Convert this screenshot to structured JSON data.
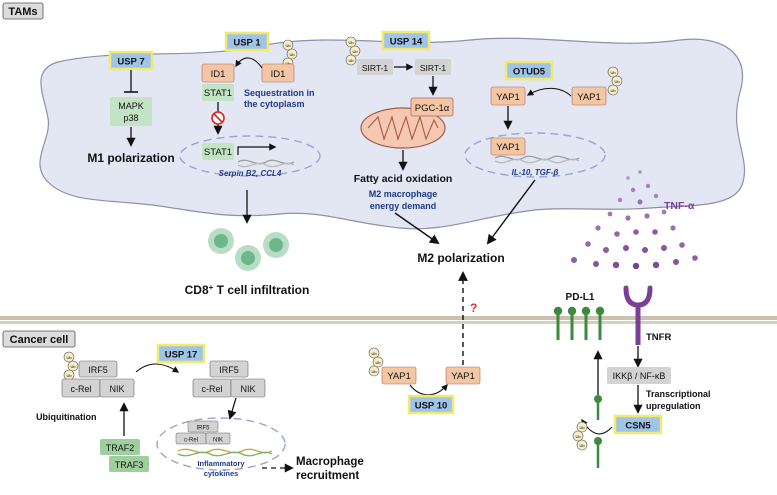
{
  "sections": {
    "tams": "TAMs",
    "cancer": "Cancer cell"
  },
  "tams": {
    "usp7": {
      "enzyme": "USP 7",
      "target": [
        "MAPK",
        "p38"
      ],
      "outcome": "M1 polarization"
    },
    "usp1": {
      "enzyme": "USP 1",
      "id1": "ID1",
      "stat1": "STAT1",
      "note": [
        "Sequestration in",
        "the cytoplasm"
      ],
      "genes": "Serpin B2, CCL4",
      "outcome": [
        "CD8",
        "+",
        " T cell infiltration"
      ]
    },
    "usp14": {
      "enzyme": "USP 14",
      "sirt1": "SIRT-1",
      "pgc": "PGC-1α",
      "result": "Fatty acid oxidation",
      "demand": [
        "M2 macrophage",
        "energy demand"
      ]
    },
    "otud5": {
      "enzyme": "OTUD5",
      "yap1": "YAP1",
      "genes": "IL-10, TGF-β"
    },
    "m2": "M2 polarization",
    "tnf": "TNF-α",
    "question": "?"
  },
  "cancer": {
    "usp17": {
      "enzyme": "USP 17",
      "irf5": "IRF5",
      "crel": "c-Rel",
      "nik": "NIK",
      "ubiquitination": "Ubiquitination",
      "traf2": "TRAF2",
      "traf3": "TRAF3",
      "cytokines": [
        "Inflammatory",
        "cytokines"
      ],
      "outcome": [
        "Macrophage",
        "recruitment"
      ]
    },
    "usp10": {
      "enzyme": "USP 10",
      "yap1": "YAP1"
    },
    "pdl1": "PD-L1",
    "tnfr": "TNFR",
    "ikk": "IKKβ / NF-κB",
    "transcription": [
      "Transcriptional",
      "upregulation"
    ],
    "csn5": "CSN5"
  },
  "ub": "Ub",
  "colors": {
    "cell_fill": "#e3e6f3",
    "enzyme_fill": "#9ec4e8",
    "enzyme_border": "#f3ea6d",
    "protein_orange": "#f4c6a4",
    "protein_green": "#c2e3c4",
    "protein_grey": "#d3d3d3",
    "tnf_purple": "#7b3f95",
    "membrane": "#c5b8a4",
    "pdl1_green": "#3b8a3e",
    "blue_text": "#1f3a8a"
  }
}
